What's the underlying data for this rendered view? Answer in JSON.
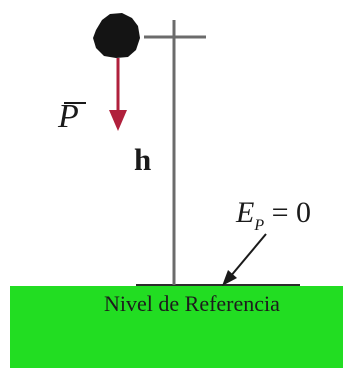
{
  "diagram": {
    "weight_label": "P",
    "height_label": "h",
    "energy_label": {
      "symbol": "E",
      "subscript": "P",
      "equals": " = 0"
    },
    "ground_label": "Nivel de Referencia",
    "colors": {
      "ground": "#22dd22",
      "arrow": "#b0203c",
      "rock": "#141414",
      "pole": "#6b6b6b",
      "text": "#1a1a1a"
    }
  }
}
